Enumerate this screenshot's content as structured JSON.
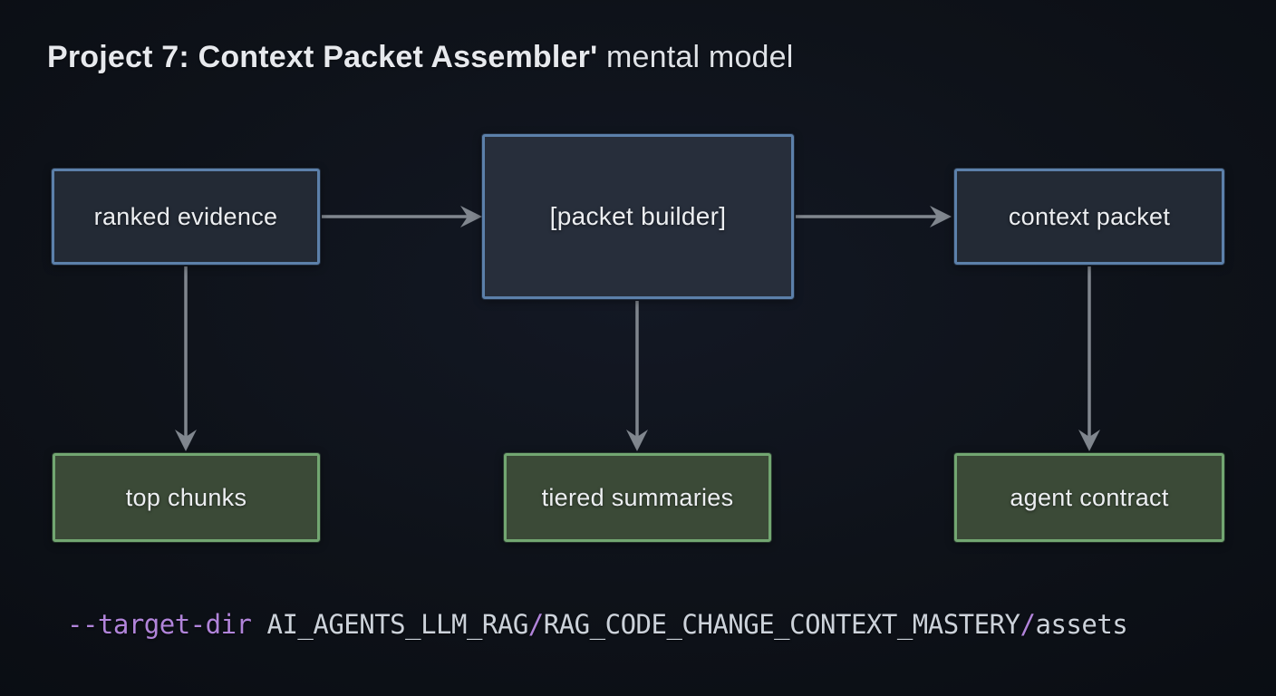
{
  "title": {
    "bold": "Project 7: Context Packet Assembler'",
    "regular": " mental model"
  },
  "diagram": {
    "nodes": [
      {
        "id": "ranked-evidence",
        "label": "ranked evidence",
        "kind": "blue"
      },
      {
        "id": "packet-builder",
        "label": "[packet builder]",
        "kind": "blue"
      },
      {
        "id": "context-packet",
        "label": "context packet",
        "kind": "blue"
      },
      {
        "id": "top-chunks",
        "label": "top chunks",
        "kind": "green"
      },
      {
        "id": "tiered-summaries",
        "label": "tiered summaries",
        "kind": "green"
      },
      {
        "id": "agent-contract",
        "label": "agent contract",
        "kind": "green"
      }
    ],
    "edges": [
      {
        "from": "ranked-evidence",
        "to": "packet-builder",
        "direction": "right"
      },
      {
        "from": "packet-builder",
        "to": "context-packet",
        "direction": "right"
      },
      {
        "from": "ranked-evidence",
        "to": "top-chunks",
        "direction": "down"
      },
      {
        "from": "packet-builder",
        "to": "tiered-summaries",
        "direction": "down"
      },
      {
        "from": "context-packet",
        "to": "agent-contract",
        "direction": "down"
      }
    ]
  },
  "command": {
    "flag": "--target-dir ",
    "path_segment_1": "AI_AGENTS_LLM_RAG",
    "separator_1": "/",
    "path_segment_2": "RAG_CODE_CHANGE_CONTEXT_MASTERY",
    "separator_2": "/",
    "path_segment_3": "assets"
  },
  "colors": {
    "background": "#0e1219",
    "blue_node_border": "#5c80aa",
    "blue_node_fill": "#232a35",
    "green_node_border": "#72a671",
    "green_node_fill": "#3b4a37",
    "arrow": "#80868e",
    "node_text": "#eceef1",
    "title_text": "#e7e9ed",
    "command_path": "#ccd2da",
    "command_accent": "#b184da"
  }
}
